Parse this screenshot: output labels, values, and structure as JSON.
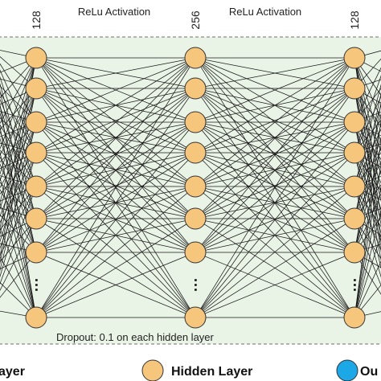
{
  "layers": [
    {
      "id": "hidden-1",
      "size_label": "128"
    },
    {
      "id": "hidden-2",
      "size_label": "256"
    },
    {
      "id": "hidden-3",
      "size_label": "128"
    }
  ],
  "activations": [
    "ReLu Activation",
    "ReLu Activation"
  ],
  "ellipsis": "···",
  "dropout_note": "Dropout: 0.1 on each hidden layer",
  "legend": {
    "input_fragment": "ayer",
    "hidden": "Hidden Layer",
    "output_fragment": "Ou"
  },
  "colors": {
    "panel_fill": "#e9f3e6",
    "panel_border": "#8a8a8a",
    "hidden_node": "#f7c67d",
    "output_node": "#1ca7e6",
    "edge": "#1a1a1a"
  }
}
